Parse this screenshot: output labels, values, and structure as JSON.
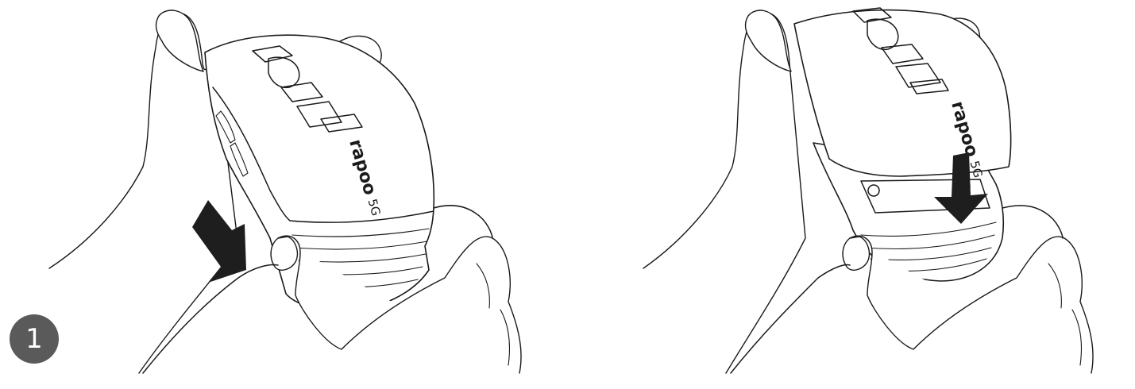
{
  "step": {
    "number": "1"
  },
  "illustration": {
    "brand_label": "rapoo",
    "model_label": "5G",
    "left_scene": "press-mouse-top-cover",
    "right_scene": "slide-off-top-cover"
  },
  "icons": {
    "arrow": "down-arrow-icon"
  },
  "colors": {
    "badge_background": "#5a5a5a",
    "badge_text": "#ffffff",
    "line_art": "#1a1a1a",
    "arrow": "#1e1e1e"
  }
}
